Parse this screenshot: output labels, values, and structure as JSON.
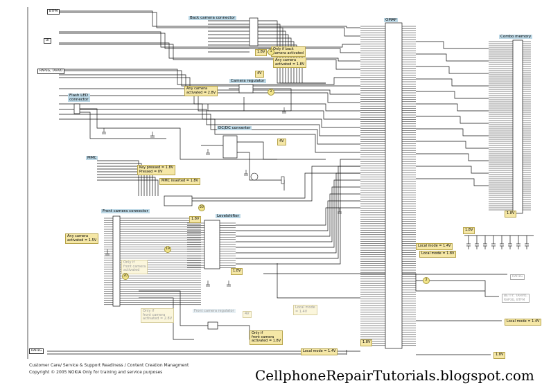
{
  "blocks": {
    "back_camera_connector": "Back camera connector",
    "omap": "OMAP",
    "combo_memory": "Combo memory",
    "flash_led_connector": "Flash LED\nconnector",
    "camera_regulator": "Camera regulator",
    "dc_dc_converter": "DC/DC converter",
    "mmc": "MMC",
    "front_camera_connector": "Front camera connector",
    "level_shifter": "Levelshifter",
    "front_camera_regulator": "Front camera regulator"
  },
  "signal_tags": {
    "btfm_top": "BTFM",
    "ui": "UI",
    "rap3g_tahvo": "RAP3G, TAHVO",
    "rap3g_bottom": "RAP3G",
    "rap3g_right": "RAP3G",
    "betty_tahvo_rap3g_btfm": "BETTY, TAHVO,\nRAP3G, BTFM"
  },
  "notes": {
    "only_if_back_camera_activated": "Only if back\ncamera activated",
    "any_camera_activated_1_8v": "Any camera\nactivated = 1.8V",
    "any_camera_activated_2_8v": "Any camera\nactivated = 2.8V",
    "key_pressed": "Key pressed = 1.8V\nPressed = 0V",
    "mmc_inserted": "MMC inserted = 1.8V",
    "any_camera_activated_1_5v": "Any camera\nactivated = 1.5V",
    "only_if_front_camera_activated": "Only if\nfront camera\nactivated",
    "only_if_front_camera_2_8v": "Only if\nfront camera\nactivated = 2.8V",
    "only_if_front_camera_1_8v": "Only if\nfront camera\nactivated = 1.8V",
    "local_mode_1_4v_a": "Local mode = 1.4V",
    "local_mode_1_8v": "Local mode = 1.8V",
    "local_mode_1_4v_ghost": "Local mode\n= 1.4V",
    "local_mode_1_4v_b": "Local mode = 1.4V",
    "local_mode_1_4v_c": "Local mode = 1.4V"
  },
  "voltages": {
    "v1_8_back": "1.8V",
    "v4_back": "4V",
    "v4_dcdc": "4V",
    "v1_8_level": "1.8V",
    "v1_8_mid": "1.8V",
    "v1_8_right": "1.8V",
    "v1_8_combo": "1.8V",
    "v1_8_bottom_omap": "1.8V",
    "v1_8_bottom_right": "1.8V",
    "v4_front": "4V"
  },
  "markers": {
    "m1": "1",
    "m2": "2",
    "m2b": "2",
    "m20": "20",
    "m19": "19",
    "m20b": "20"
  },
  "footer": {
    "line1": "Customer Care/ Service & Support Readiness / Content Creation Managment",
    "line2": "Copyright © 2005 NOKIA   Only for training and service purposes",
    "blog": "CellphoneRepairTutorials.blogspot.com"
  }
}
